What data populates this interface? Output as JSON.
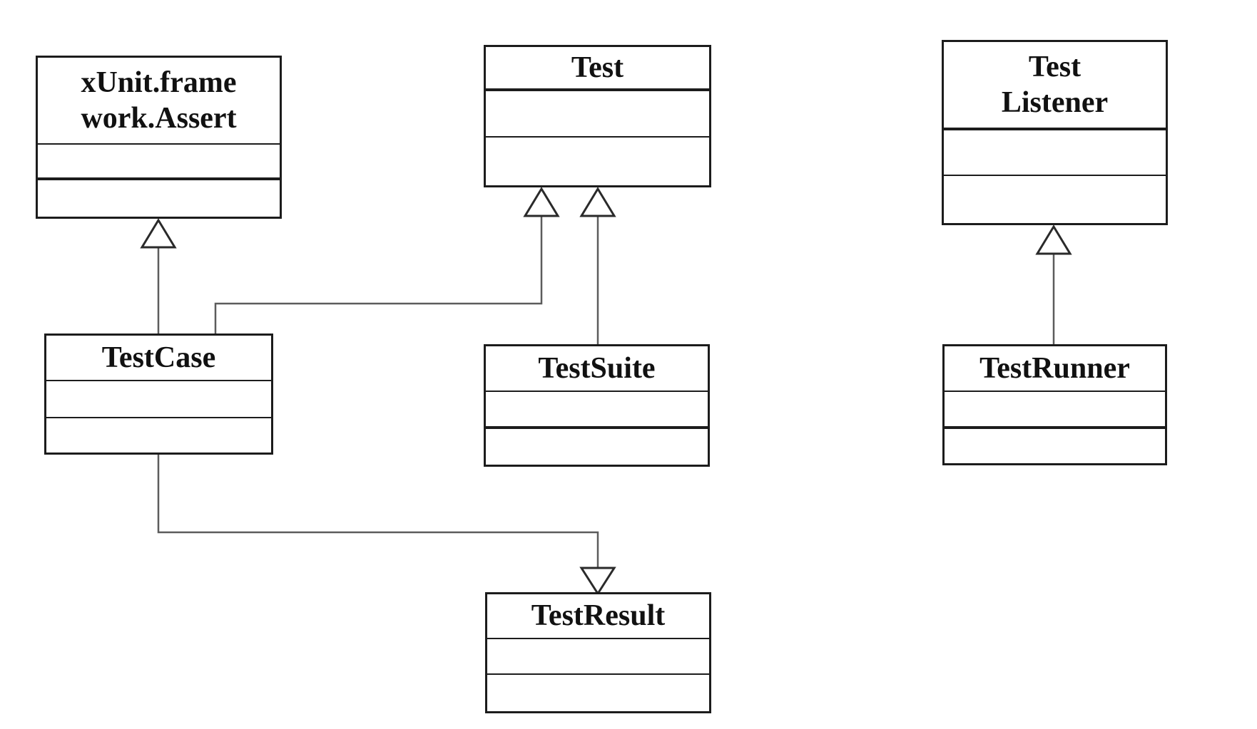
{
  "diagram": {
    "kind": "uml-class-diagram",
    "background_color": "#ffffff",
    "box_border_color": "#1c1c1c",
    "connector_color": "#5c5c5c",
    "text_color": "#111111",
    "classes": [
      {
        "id": "assert",
        "name": "xUnit.frame\nwork.Assert"
      },
      {
        "id": "test",
        "name": "Test"
      },
      {
        "id": "test-listener",
        "name": "Test\nListener"
      },
      {
        "id": "test-case",
        "name": "TestCase"
      },
      {
        "id": "test-suite",
        "name": "TestSuite"
      },
      {
        "id": "test-runner",
        "name": "TestRunner"
      },
      {
        "id": "test-result",
        "name": "TestResult"
      }
    ],
    "relationships": [
      {
        "from": "TestCase",
        "to": "xUnit.framework.Assert",
        "type": "generalization",
        "arrow": "hollow-triangle-at-target-bottom"
      },
      {
        "from": "TestCase",
        "to": "Test",
        "type": "generalization",
        "arrow": "hollow-triangle-at-target-bottom"
      },
      {
        "from": "TestSuite",
        "to": "Test",
        "type": "generalization",
        "arrow": "hollow-triangle-at-target-bottom"
      },
      {
        "from": "TestRunner",
        "to": "TestListener",
        "type": "generalization",
        "arrow": "hollow-triangle-at-target-bottom"
      },
      {
        "from": "TestCase",
        "to": "TestResult",
        "type": "generalization",
        "arrow": "hollow-triangle-pointing-down-at-target-top"
      }
    ]
  }
}
